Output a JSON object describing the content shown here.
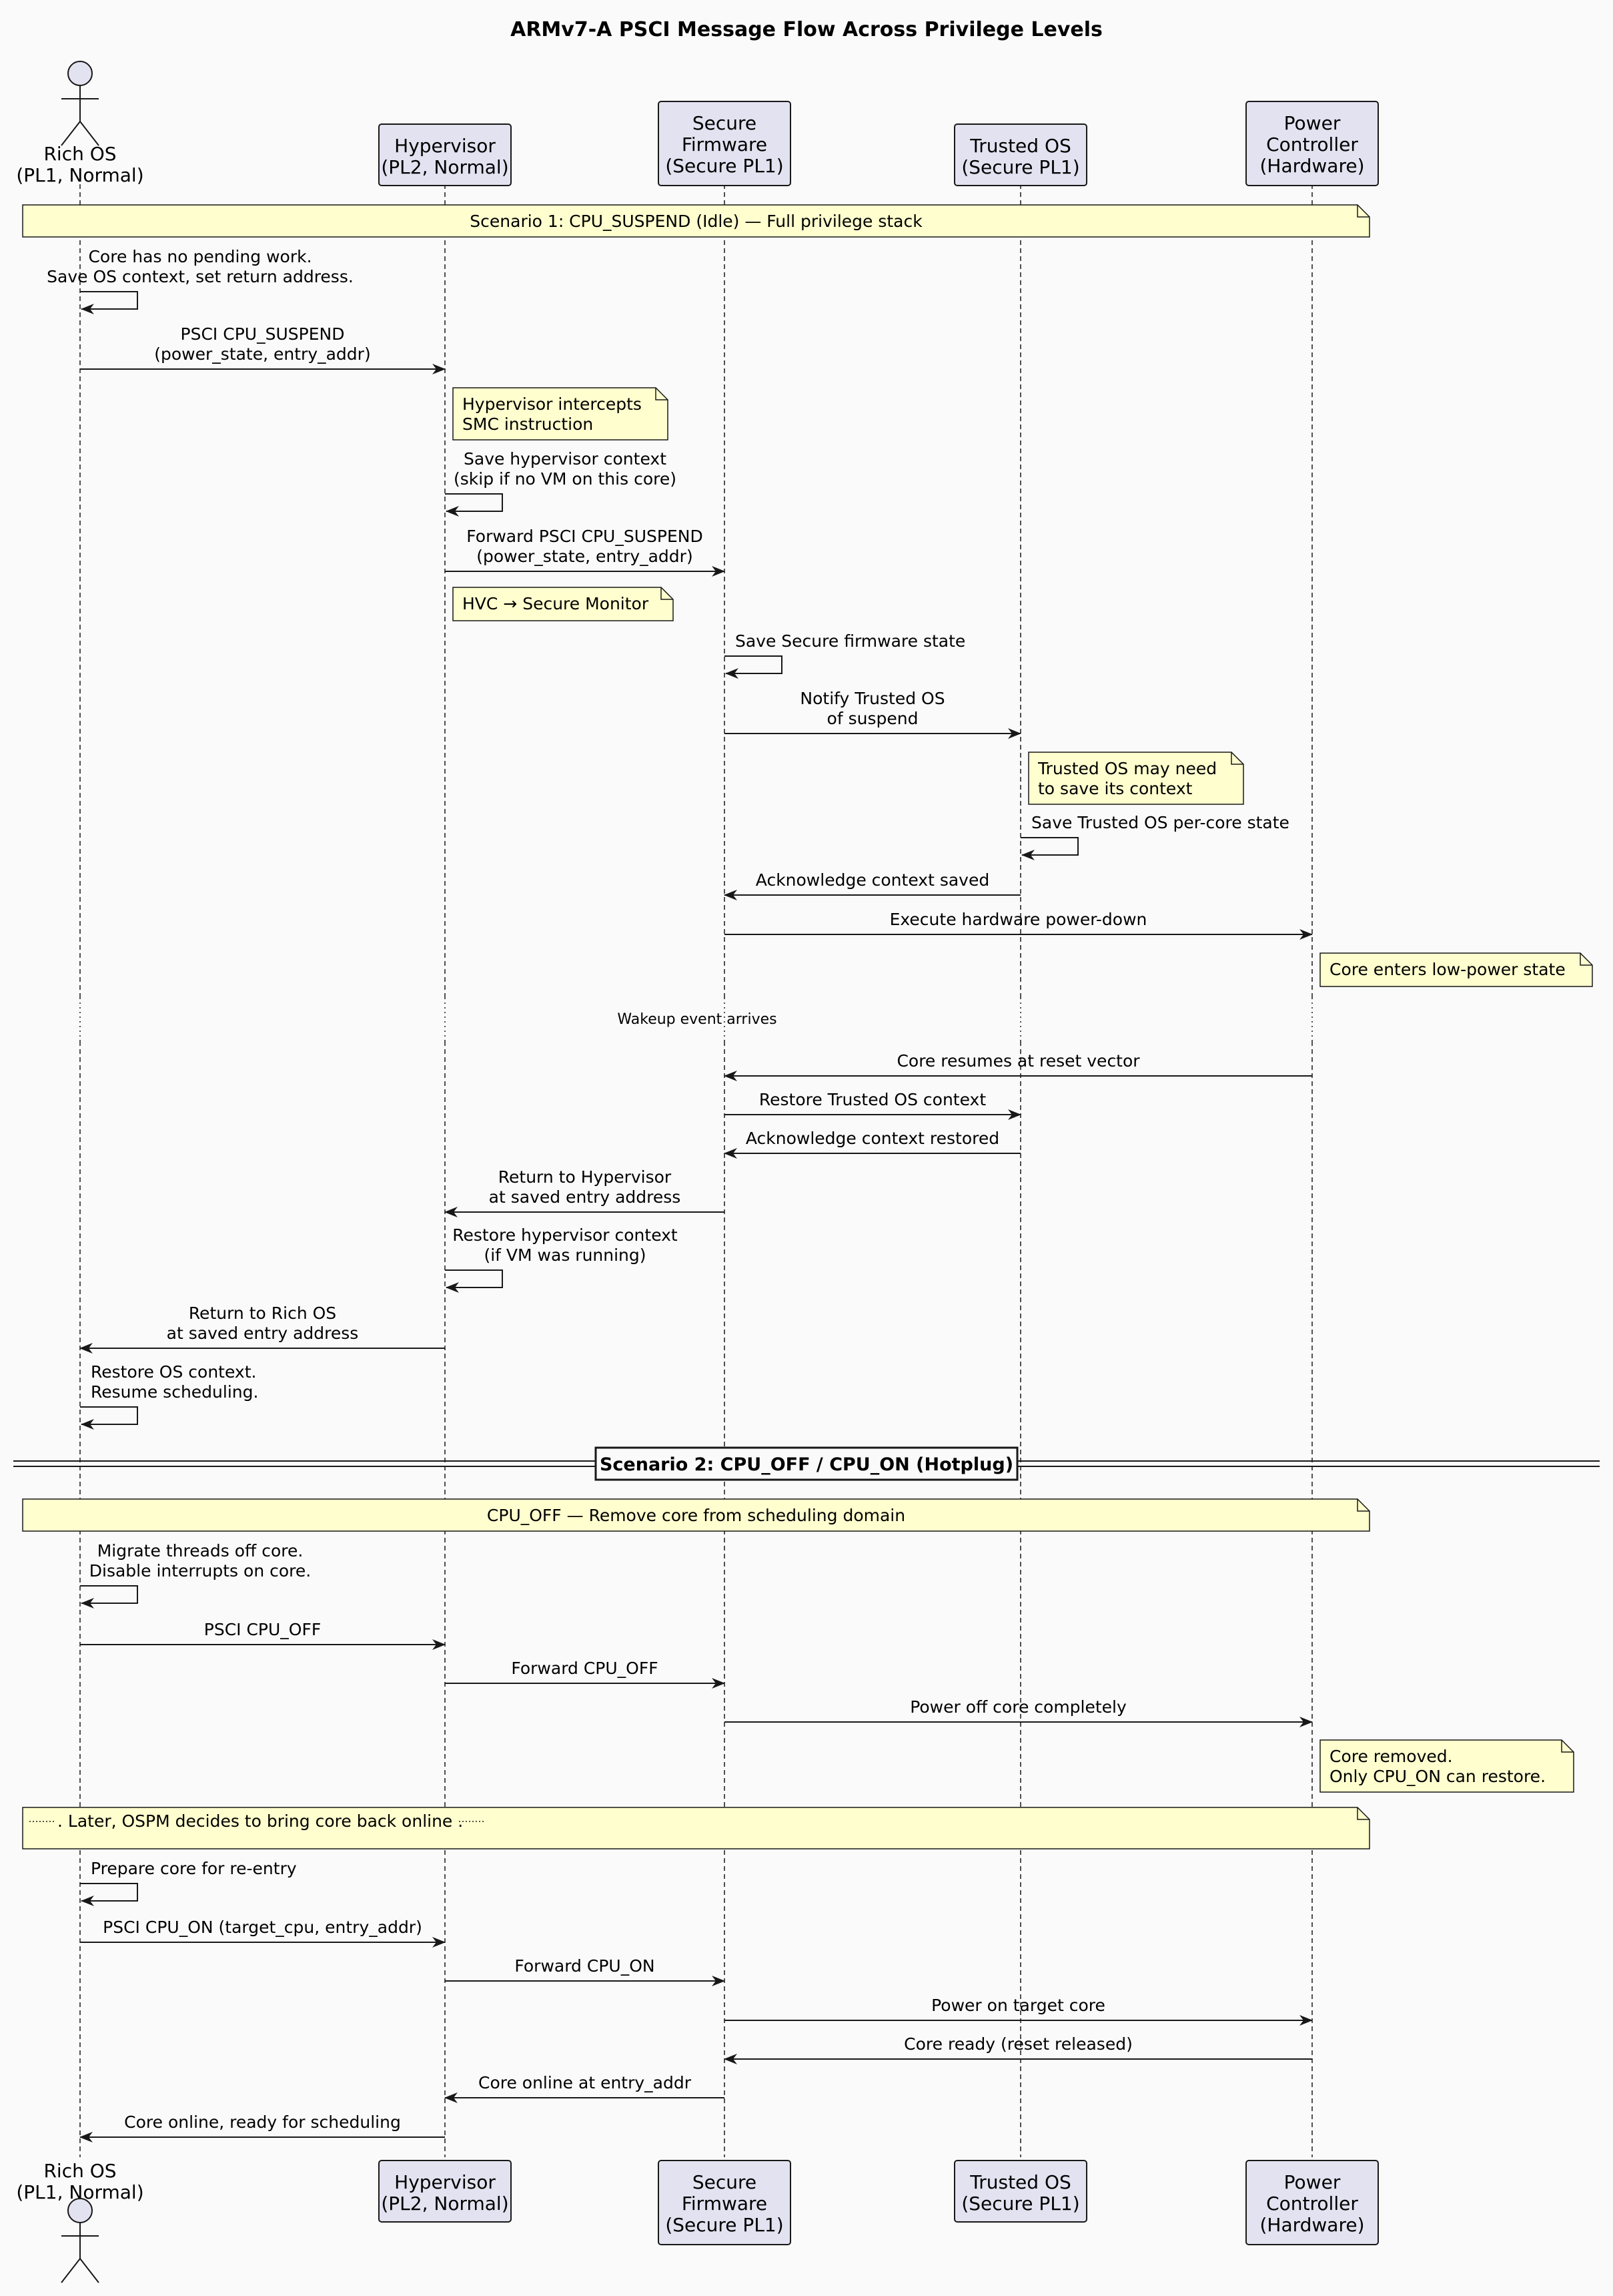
{
  "title": "ARMv7-A PSCI Message Flow Across Privilege Levels",
  "participants": [
    {
      "id": "rich",
      "kind": "actor",
      "lines": [
        "Rich OS",
        "(PL1, Normal)"
      ]
    },
    {
      "id": "hyp",
      "kind": "box",
      "lines": [
        "Hypervisor",
        "(PL2, Normal)"
      ]
    },
    {
      "id": "sfw",
      "kind": "box",
      "lines": [
        "Secure",
        "Firmware",
        "(Secure PL1)"
      ]
    },
    {
      "id": "tos",
      "kind": "box",
      "lines": [
        "Trusted OS",
        "(Secure PL1)"
      ]
    },
    {
      "id": "pwr",
      "kind": "box",
      "lines": [
        "Power",
        "Controller",
        "(Hardware)"
      ]
    }
  ],
  "scenario1": {
    "banner": "Scenario 1: CPU_SUSPEND (Idle) — Full privilege stack",
    "m1": [
      "Core has no pending work.",
      "Save OS context, set return address."
    ],
    "m2": [
      "PSCI CPU_SUSPEND",
      "(power_state, entry_addr)"
    ],
    "n1": [
      "Hypervisor intercepts",
      "SMC instruction"
    ],
    "m3": [
      "Save hypervisor context",
      "(skip if no VM on this core)"
    ],
    "m4": [
      "Forward PSCI CPU_SUSPEND",
      "(power_state, entry_addr)"
    ],
    "n2": [
      "HVC → Secure Monitor"
    ],
    "m5": [
      "Save Secure firmware state"
    ],
    "m6": [
      "Notify Trusted OS",
      "of suspend"
    ],
    "n3": [
      "Trusted OS may need",
      "to save its context"
    ],
    "m7": [
      "Save Trusted OS per-core state"
    ],
    "m8": [
      "Acknowledge context saved"
    ],
    "m9": [
      "Execute hardware power-down"
    ],
    "n4": [
      "Core enters low-power state"
    ],
    "delay": "Wakeup event arrives",
    "m10": [
      "Core resumes at reset vector"
    ],
    "m11": [
      "Restore Trusted OS context"
    ],
    "m12": [
      "Acknowledge context restored"
    ],
    "m13": [
      "Return to Hypervisor",
      "at saved entry address"
    ],
    "m14": [
      "Restore hypervisor context",
      "(if VM was running)"
    ],
    "m15": [
      "Return to Rich OS",
      "at saved entry address"
    ],
    "m16": [
      "Restore OS context.",
      "Resume scheduling."
    ]
  },
  "scenario2": {
    "divider": "Scenario 2: CPU_OFF / CPU_ON (Hotplug)",
    "banner": "CPU_OFF — Remove core from scheduling domain",
    "m1": [
      "Migrate threads off core.",
      "Disable interrupts on core."
    ],
    "m2": [
      "PSCI CPU_OFF"
    ],
    "m3": [
      "Forward CPU_OFF"
    ],
    "m4": [
      "Power off core completely"
    ],
    "n1": [
      "Core removed.",
      "Only CPU_ON can restore."
    ],
    "banner2": ". Later, OSPM decides to bring core back online .",
    "m5": [
      "Prepare core for re-entry"
    ],
    "m6": [
      "PSCI CPU_ON (target_cpu, entry_addr)"
    ],
    "m7": [
      "Forward CPU_ON"
    ],
    "m8": [
      "Power on target core"
    ],
    "m9": [
      "Core ready (reset released)"
    ],
    "m10": [
      "Core online at entry_addr"
    ],
    "m11": [
      "Core online, ready for scheduling"
    ]
  },
  "colors": {
    "background": "#fafafa",
    "participant_fill": "#e2e2f0",
    "note_fill": "#fefece",
    "line": "#181818"
  }
}
